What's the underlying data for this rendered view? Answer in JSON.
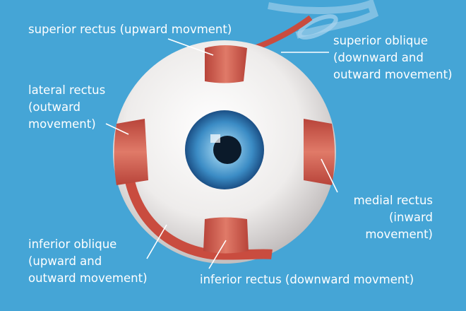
{
  "title": "Eye muscles diagram",
  "labels": {
    "superior_rectus": "superior rectus (upward movment)",
    "superior_oblique": [
      "superior oblique",
      "(downward and",
      "outward movement)"
    ],
    "lateral_rectus": [
      "lateral rectus",
      "(outward",
      "movement)"
    ],
    "medial_rectus": [
      "medial rectus",
      "(inward",
      "movement)"
    ],
    "inferior_oblique": [
      "inferior oblique",
      "(upward and",
      "outward movement)"
    ],
    "inferior_rectus": "inferior rectus (downward movment)"
  },
  "colors": {
    "background": "#45a5d6",
    "muscle": "#d0594a",
    "iris": "#2f7fb8",
    "sclera": "#f2f0ef"
  }
}
